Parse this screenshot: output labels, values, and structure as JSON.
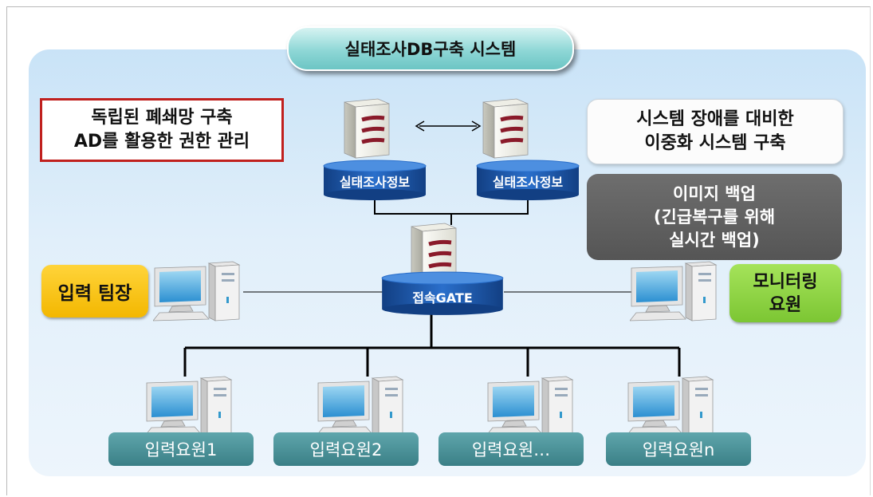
{
  "title": "실태조사DB구축 시스템",
  "left_note": {
    "line1": "독립된 폐쇄망 구축",
    "line2": "AD를 활용한 권한 관리"
  },
  "right_note": {
    "line1": "시스템 장애를 대비한",
    "line2": "이중화 시스템 구축"
  },
  "backup_note": {
    "line1": "이미지 백업",
    "line2": "(긴급복구를 위해",
    "line3": "실시간 백업)"
  },
  "team_leader": {
    "label": "입력 팀장"
  },
  "monitor": {
    "line1": "모니터링",
    "line2": "요원"
  },
  "databases": [
    {
      "label": "실태조사정보"
    },
    {
      "label": "실태조사정보"
    }
  ],
  "gateway": {
    "label": "접속GATE"
  },
  "input_staff": [
    {
      "label": "입력요원1"
    },
    {
      "label": "입력요원2"
    },
    {
      "label": "입력요원…"
    },
    {
      "label": "입력요원n"
    }
  ],
  "colors": {
    "panel": "#d8eaf8",
    "title_pill": "#8ed7d6",
    "red_border": "#c0201e",
    "gray_box": "#606060",
    "yellow_box": "#f6c20a",
    "green_box": "#8fd446",
    "input_label": "#4a9097",
    "cylinder": "#1f5fb5"
  },
  "icons": {
    "server": "server-tower-icon",
    "pc": "desktop-pc-icon",
    "database": "database-cylinder-icon",
    "double_arrow": "double-arrow-icon"
  }
}
